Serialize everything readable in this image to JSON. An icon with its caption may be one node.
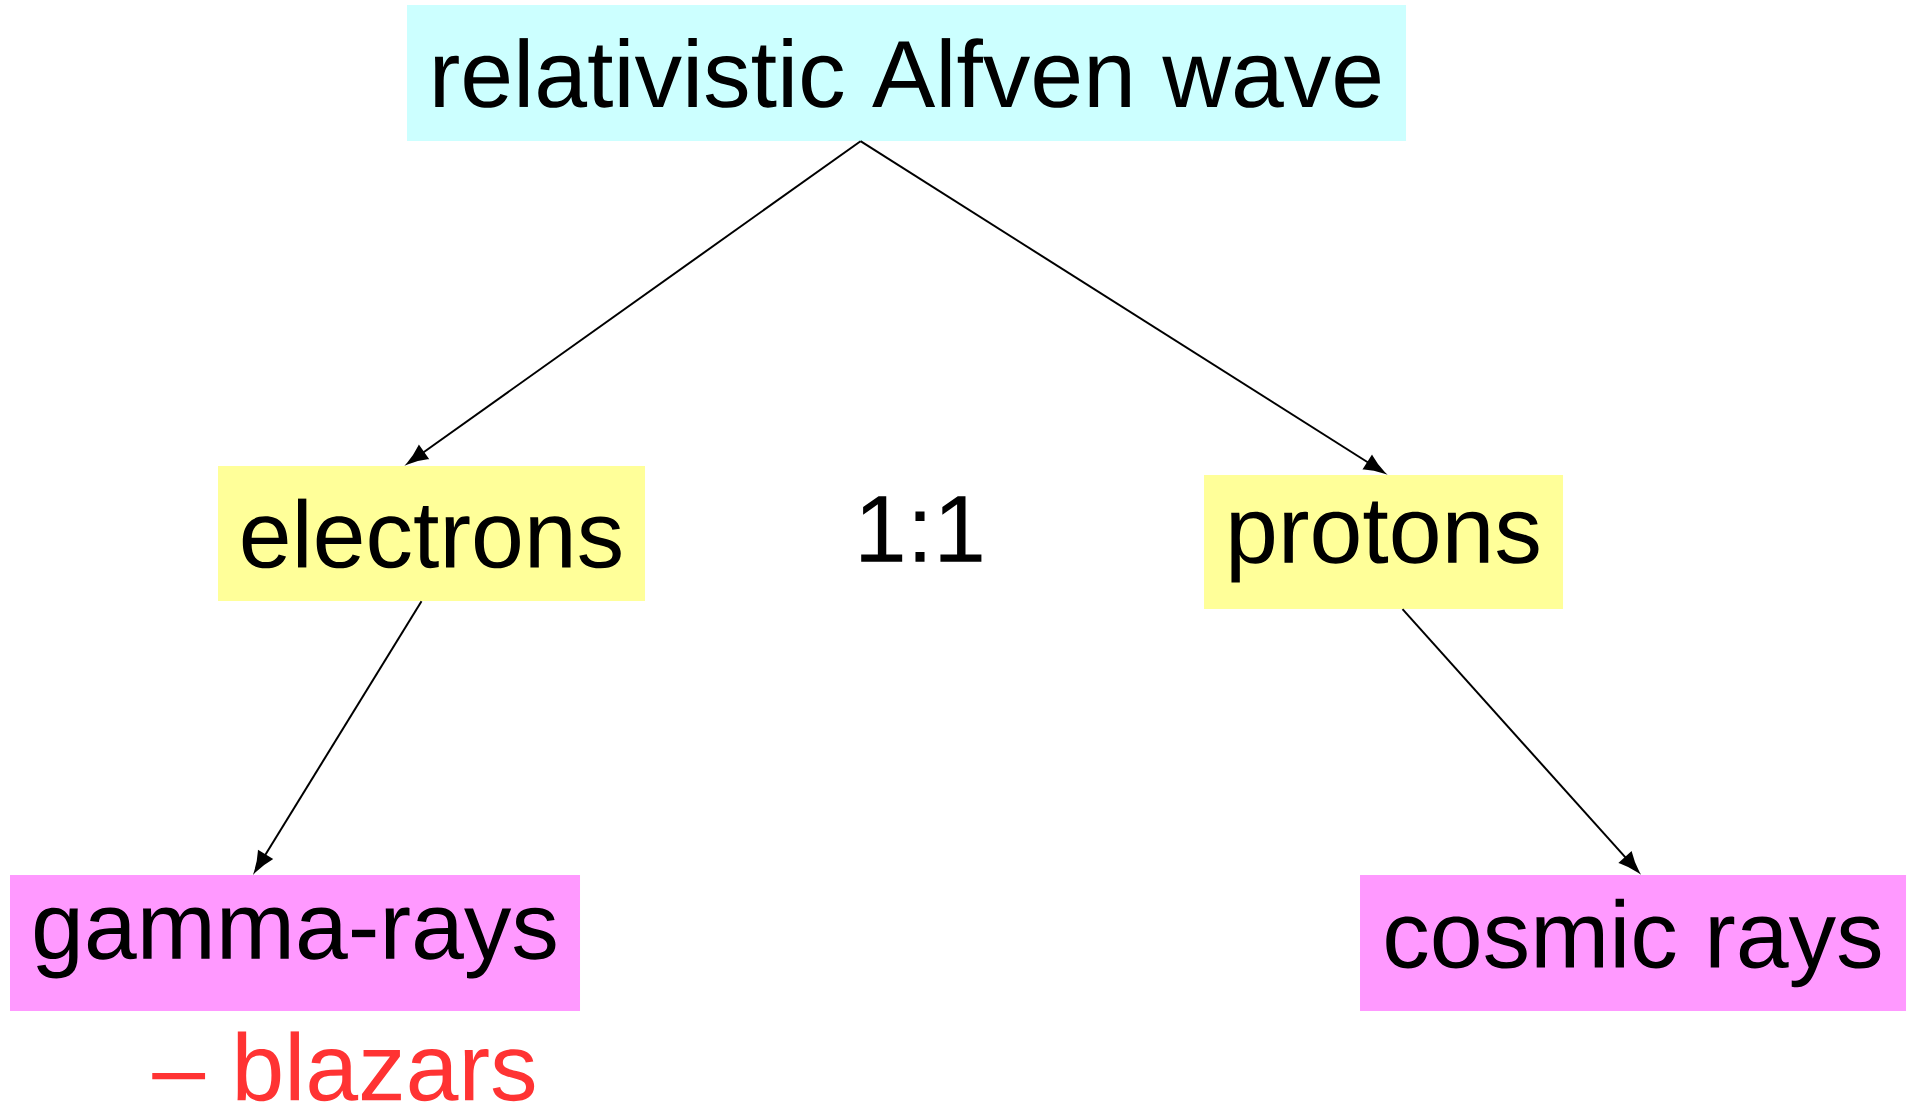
{
  "diagram": {
    "nodes": [
      {
        "text": [
          "relativistic Alfven wave"
        ]
      },
      {
        "text": [
          "electrons"
        ]
      },
      {
        "text": [
          "protons"
        ]
      },
      {
        "text": [
          "gamma-rays"
        ],
        "beside": [
          "– blazars"
        ]
      },
      {
        "text": [
          "cosmic rays"
        ]
      }
    ],
    "edges": [
      {
        "from": 0,
        "to": 1,
        "arrow": "to"
      },
      {
        "from": 0,
        "to": 2,
        "arrow": "to"
      },
      {
        "from": 1,
        "to": 3,
        "arrow": "to"
      },
      {
        "from": 2,
        "to": 4,
        "arrow": "to"
      }
    ],
    "labels": [
      "1:1"
    ]
  }
}
